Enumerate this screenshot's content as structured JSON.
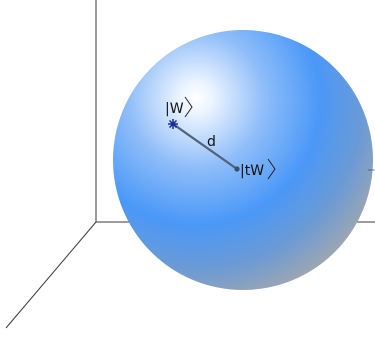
{
  "diagram": {
    "state_w_label": "|W",
    "state_tw_label": "|tW",
    "distance_label": "d"
  },
  "colors": {
    "sphere_highlight": "#ffffff",
    "sphere_mid": "#4a98f8",
    "sphere_edge": "#a9a9a9",
    "axis": "#3a3a3a",
    "distance_line": "#4f6278",
    "point_w": "#1b2aa0",
    "point_tw": "#3b4f66"
  },
  "icons": {
    "state_w_marker": "star-marker-icon",
    "state_tw_marker": "dot-marker-icon"
  }
}
